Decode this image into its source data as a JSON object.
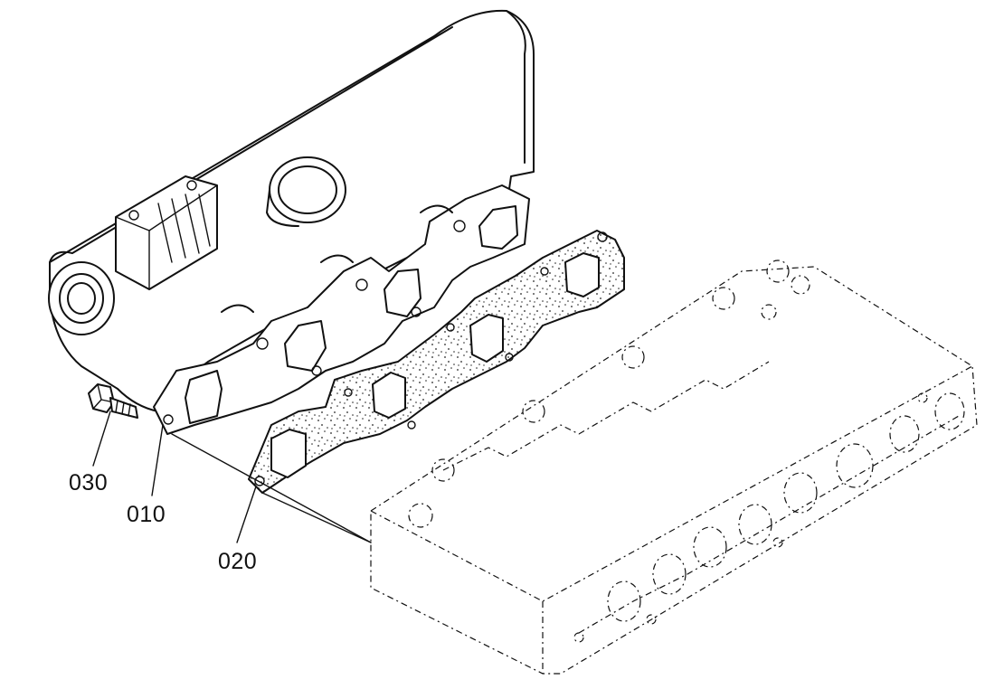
{
  "callouts": [
    {
      "id": "callout-030",
      "text": "030"
    },
    {
      "id": "callout-010",
      "text": "010"
    },
    {
      "id": "callout-020",
      "text": "020"
    }
  ]
}
